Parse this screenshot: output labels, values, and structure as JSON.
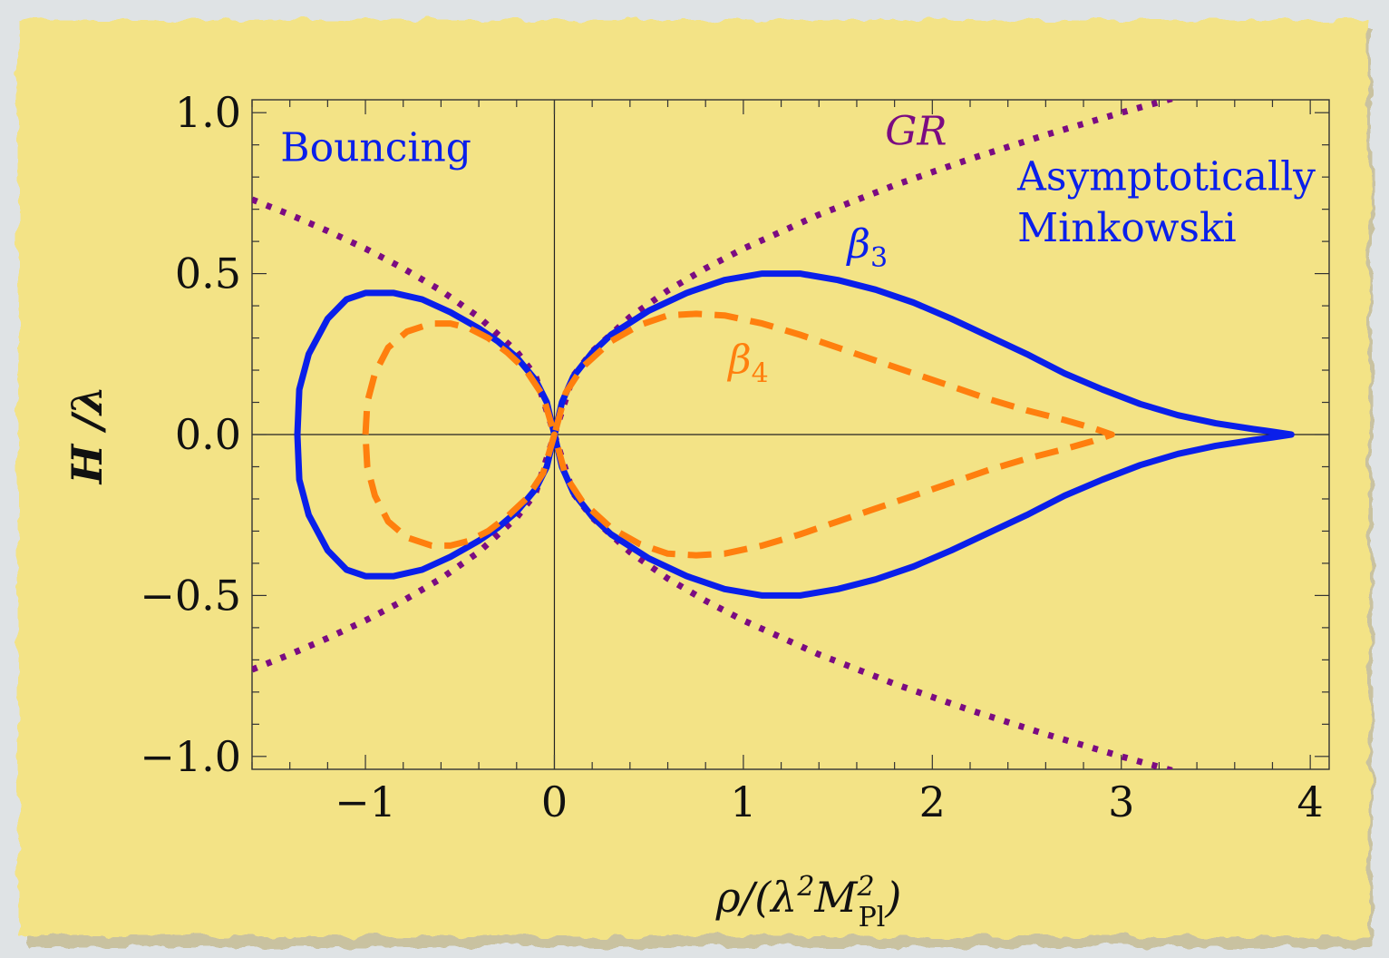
{
  "chart_data": {
    "type": "line",
    "xlabel": {
      "base": "ρ/(λ",
      "sup1": "2",
      "mid": "M",
      "sup2": "2",
      "sub2": "Pl",
      "end": ")"
    },
    "ylabel": "H /λ",
    "xlim": [
      -1.6,
      4.1
    ],
    "ylim": [
      -1.04,
      1.04
    ],
    "xticks": [
      {
        "v": -1,
        "label": "−1"
      },
      {
        "v": 0,
        "label": "0"
      },
      {
        "v": 1,
        "label": "1"
      },
      {
        "v": 2,
        "label": "2"
      },
      {
        "v": 3,
        "label": "3"
      },
      {
        "v": 4,
        "label": "4"
      }
    ],
    "yticks": [
      {
        "v": 1.0,
        "label": "1.0"
      },
      {
        "v": 0.5,
        "label": "0.5"
      },
      {
        "v": 0.0,
        "label": "0.0"
      },
      {
        "v": -0.5,
        "label": "−0.5"
      },
      {
        "v": -1.0,
        "label": "−1.0"
      }
    ],
    "colors": {
      "beta3": "#0a1fea",
      "beta4": "#ff7f0e",
      "gr": "#7b0b82",
      "paper": "#f3e386"
    },
    "series": [
      {
        "key": "gr",
        "style": "dotted",
        "upper": [
          [
            -1.6,
            0.7303
          ],
          [
            -1.4,
            0.6831
          ],
          [
            -1.2,
            0.6325
          ],
          [
            -1.0,
            0.5774
          ],
          [
            -0.8,
            0.5164
          ],
          [
            -0.6,
            0.4472
          ],
          [
            -0.4,
            0.3651
          ],
          [
            -0.2,
            0.2582
          ],
          [
            -0.1,
            0.1826
          ],
          [
            0.0,
            0.0
          ],
          [
            0.1,
            0.1826
          ],
          [
            0.2,
            0.2582
          ],
          [
            0.4,
            0.3651
          ],
          [
            0.6,
            0.4472
          ],
          [
            0.8,
            0.5164
          ],
          [
            1.0,
            0.5774
          ],
          [
            1.4,
            0.6831
          ],
          [
            1.8,
            0.7746
          ],
          [
            2.2,
            0.8563
          ],
          [
            2.6,
            0.9309
          ],
          [
            3.0,
            1.0
          ],
          [
            3.3,
            1.0488
          ]
        ],
        "lower_mirror": true
      },
      {
        "key": "beta3",
        "label": "β3",
        "style": "solid",
        "upper": [
          [
            -1.36,
            0.0
          ],
          [
            -1.35,
            0.14
          ],
          [
            -1.3,
            0.25
          ],
          [
            -1.2,
            0.36
          ],
          [
            -1.1,
            0.42
          ],
          [
            -1.0,
            0.44
          ],
          [
            -0.85,
            0.44
          ],
          [
            -0.7,
            0.42
          ],
          [
            -0.55,
            0.38
          ],
          [
            -0.4,
            0.33
          ],
          [
            -0.3,
            0.29
          ],
          [
            -0.2,
            0.24
          ],
          [
            -0.1,
            0.17
          ],
          [
            -0.04,
            0.1
          ],
          [
            0.0,
            0.0
          ],
          [
            0.04,
            0.1
          ],
          [
            0.1,
            0.18
          ],
          [
            0.2,
            0.255
          ],
          [
            0.3,
            0.31
          ],
          [
            0.5,
            0.385
          ],
          [
            0.7,
            0.44
          ],
          [
            0.9,
            0.48
          ],
          [
            1.1,
            0.5
          ],
          [
            1.3,
            0.5
          ],
          [
            1.5,
            0.48
          ],
          [
            1.7,
            0.45
          ],
          [
            1.9,
            0.41
          ],
          [
            2.1,
            0.36
          ],
          [
            2.3,
            0.305
          ],
          [
            2.5,
            0.25
          ],
          [
            2.7,
            0.19
          ],
          [
            2.9,
            0.14
          ],
          [
            3.1,
            0.095
          ],
          [
            3.3,
            0.06
          ],
          [
            3.5,
            0.035
          ],
          [
            3.7,
            0.017
          ],
          [
            3.8,
            0.009
          ],
          [
            3.9,
            0.0
          ]
        ],
        "lower_mirror": true
      },
      {
        "key": "beta4",
        "label": "β4",
        "style": "dashed",
        "upper": [
          [
            -1.0,
            0.0
          ],
          [
            -0.99,
            0.1
          ],
          [
            -0.95,
            0.19
          ],
          [
            -0.88,
            0.27
          ],
          [
            -0.78,
            0.32
          ],
          [
            -0.65,
            0.345
          ],
          [
            -0.55,
            0.345
          ],
          [
            -0.45,
            0.33
          ],
          [
            -0.35,
            0.3
          ],
          [
            -0.25,
            0.255
          ],
          [
            -0.15,
            0.2
          ],
          [
            -0.06,
            0.12
          ],
          [
            0.0,
            0.0
          ],
          [
            0.06,
            0.13
          ],
          [
            0.15,
            0.21
          ],
          [
            0.3,
            0.29
          ],
          [
            0.45,
            0.34
          ],
          [
            0.6,
            0.37
          ],
          [
            0.75,
            0.375
          ],
          [
            0.9,
            0.37
          ],
          [
            1.1,
            0.345
          ],
          [
            1.3,
            0.31
          ],
          [
            1.5,
            0.27
          ],
          [
            1.7,
            0.23
          ],
          [
            1.9,
            0.19
          ],
          [
            2.1,
            0.15
          ],
          [
            2.3,
            0.11
          ],
          [
            2.5,
            0.075
          ],
          [
            2.7,
            0.045
          ],
          [
            2.85,
            0.02
          ],
          [
            2.95,
            0.0
          ]
        ],
        "lower_mirror": true
      }
    ],
    "annotations": [
      {
        "key": "bouncing",
        "text": "Bouncing",
        "x": -1.45,
        "y": 0.85,
        "color": "#0a1fea"
      },
      {
        "key": "asym1",
        "text": "Asymptotically",
        "x": 2.45,
        "y": 0.76,
        "color": "#0a1fea"
      },
      {
        "key": "asym2",
        "text": "Minkowski",
        "x": 2.45,
        "y": 0.6,
        "color": "#0a1fea"
      },
      {
        "key": "gr",
        "text": "GR",
        "x": 1.75,
        "y": 0.9,
        "color": "#7b0b82",
        "italic": true
      },
      {
        "key": "beta3",
        "base": "β",
        "sub": "3",
        "x": 1.55,
        "y": 0.55,
        "color": "#0a1fea"
      },
      {
        "key": "beta4",
        "base": "β",
        "sub": "4",
        "x": 0.92,
        "y": 0.19,
        "color": "#ff7f0e"
      }
    ]
  }
}
